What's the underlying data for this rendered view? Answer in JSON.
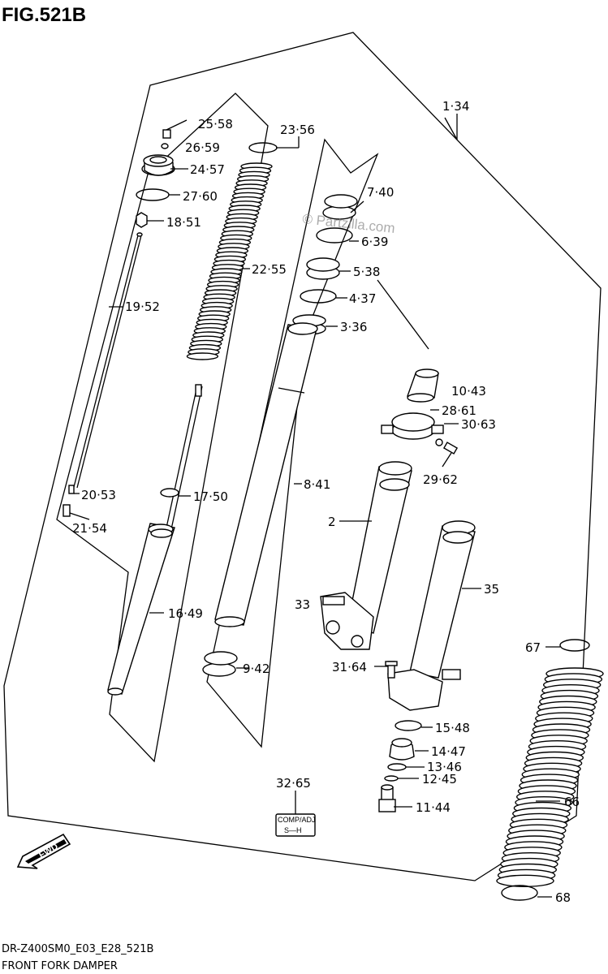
{
  "figure": {
    "title": "FIG.521B",
    "model_code": "DR-Z400SM0_E03_E28_521B",
    "caption": "FRONT FORK DAMPER",
    "watermark": "© Partzilla.com",
    "fwd_label": "FWD",
    "comp_adj_label": "COMP/ADJ",
    "comp_adj_scale": "S—H"
  },
  "callouts": [
    {
      "id": "c-1-34",
      "text": "1·34"
    },
    {
      "id": "c-25-58",
      "text": "25·58"
    },
    {
      "id": "c-26-59",
      "text": "26·59"
    },
    {
      "id": "c-24-57",
      "text": "24·57"
    },
    {
      "id": "c-27-60",
      "text": "27·60"
    },
    {
      "id": "c-18-51",
      "text": "18·51"
    },
    {
      "id": "c-23-56",
      "text": "23·56"
    },
    {
      "id": "c-22-55",
      "text": "22·55"
    },
    {
      "id": "c-19-52",
      "text": "19·52"
    },
    {
      "id": "c-7-40",
      "text": "7·40"
    },
    {
      "id": "c-6-39",
      "text": "6·39"
    },
    {
      "id": "c-5-38",
      "text": "5·38"
    },
    {
      "id": "c-4-37",
      "text": "4·37"
    },
    {
      "id": "c-3-36",
      "text": "3·36"
    },
    {
      "id": "c-10-43",
      "text": "10·43"
    },
    {
      "id": "c-28-61",
      "text": "28·61"
    },
    {
      "id": "c-30-63",
      "text": "30·63"
    },
    {
      "id": "c-29-62",
      "text": "29·62"
    },
    {
      "id": "c-8-41",
      "text": "8·41"
    },
    {
      "id": "c-20-53",
      "text": "20·53"
    },
    {
      "id": "c-17-50",
      "text": "17·50"
    },
    {
      "id": "c-21-54",
      "text": "21·54"
    },
    {
      "id": "c-2",
      "text": "2"
    },
    {
      "id": "c-35",
      "text": "35"
    },
    {
      "id": "c-33",
      "text": "33"
    },
    {
      "id": "c-16-49",
      "text": "16·49"
    },
    {
      "id": "c-67",
      "text": "67"
    },
    {
      "id": "c-9-42",
      "text": "9·42"
    },
    {
      "id": "c-31-64",
      "text": "31·64"
    },
    {
      "id": "c-15-48",
      "text": "15·48"
    },
    {
      "id": "c-14-47",
      "text": "14·47"
    },
    {
      "id": "c-13-46",
      "text": "13·46"
    },
    {
      "id": "c-12-45",
      "text": "12·45"
    },
    {
      "id": "c-32-65",
      "text": "32·65"
    },
    {
      "id": "c-11-44",
      "text": "11·44"
    },
    {
      "id": "c-66",
      "text": "66"
    },
    {
      "id": "c-68",
      "text": "68"
    }
  ]
}
